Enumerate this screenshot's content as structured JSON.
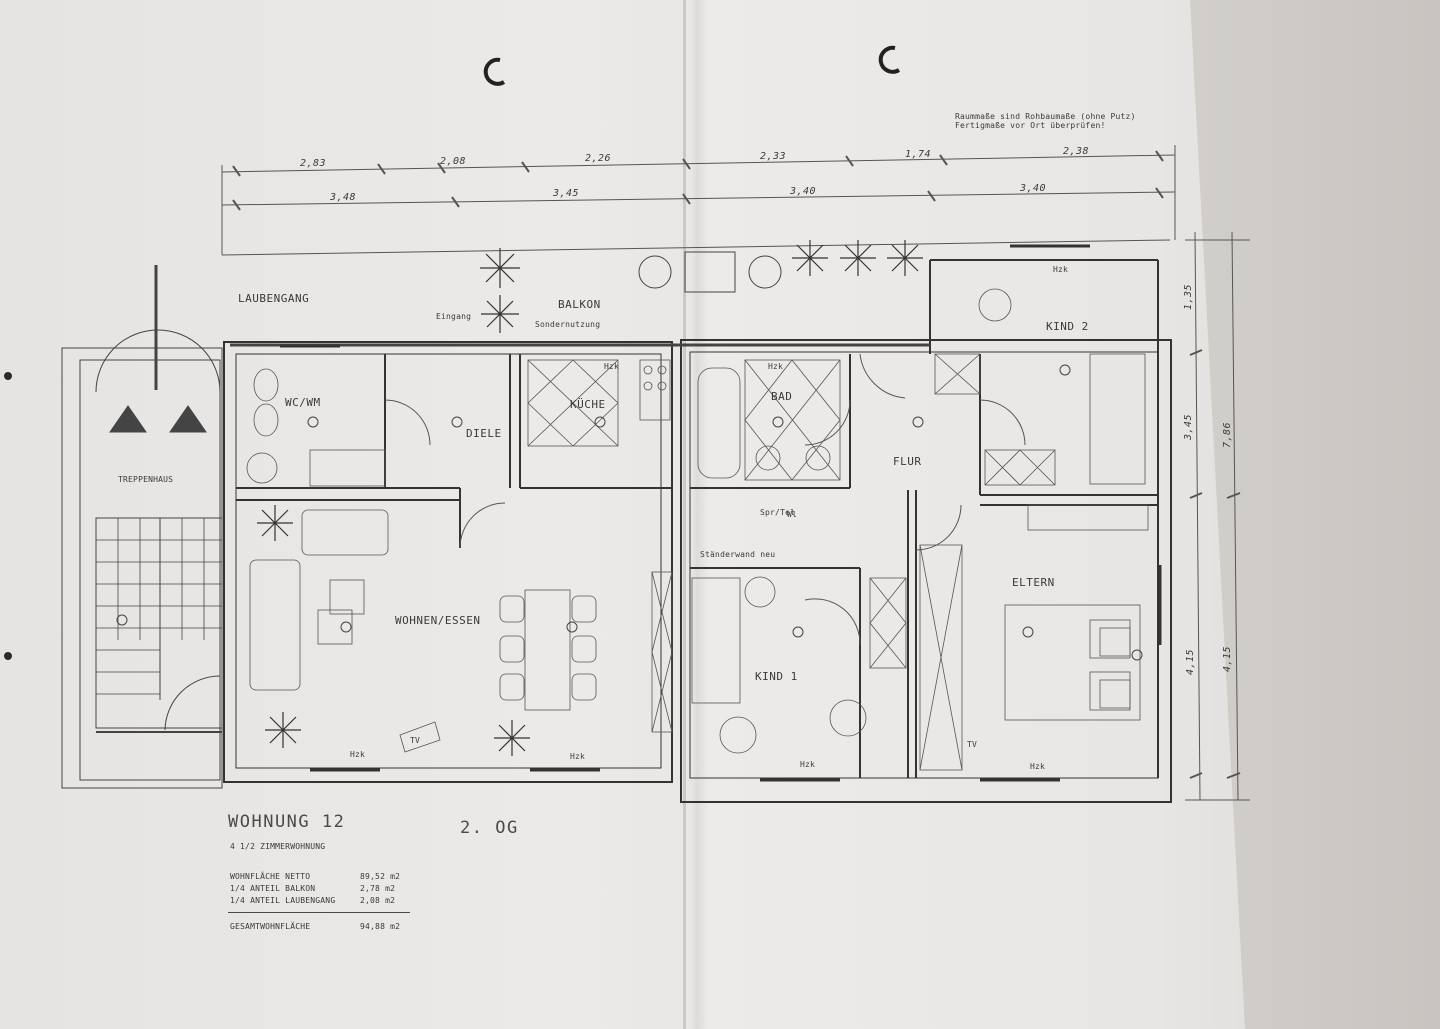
{
  "note": {
    "line1": "Raummaße sind Rohbaumaße (ohne Putz)",
    "line2": "Fertigmaße vor Ort überprüfen!"
  },
  "dimensions_top": {
    "row1": [
      "2,83",
      "2,08",
      "2,26",
      "2,33",
      "1,74",
      "2,38"
    ],
    "row2": [
      "3,48",
      "3,45",
      "3,40",
      "3,40"
    ]
  },
  "dimensions_right": {
    "inner": [
      "1,35",
      "3,45",
      "4,15"
    ],
    "outer": [
      "7,86",
      "4,15"
    ]
  },
  "rooms": {
    "laubengang": "LAUBENGANG",
    "balkon": "BALKON",
    "sondernutzung": "Sondernutzung",
    "eingang": "Eingang",
    "treppenhaus": "TREPPENHAUS",
    "wc_wm": "WC/WM",
    "diele": "DIELE",
    "kueche": "KÜCHE",
    "bad": "BAD",
    "flur": "FLUR",
    "kind2": "KIND 2",
    "kind1": "KIND 1",
    "wohnen_essen": "WOHNEN/ESSEN",
    "eltern": "ELTERN"
  },
  "annotations": {
    "hzk": "Hzk",
    "tv": "TV",
    "sprtel": "Spr/Tel",
    "wl": "Wl",
    "staenderwand": "Ständerwand neu"
  },
  "summary": {
    "title": "WOHNUNG 12",
    "floor": "2. OG",
    "subtitle": "4 1/2 ZIMMERWOHNUNG",
    "rows": [
      {
        "label": "WOHNFLÄCHE NETTO",
        "value": "89,52 m2"
      },
      {
        "label": "1/4 ANTEIL BALKON",
        "value": "2,78 m2"
      },
      {
        "label": "1/4 ANTEIL LAUBENGANG",
        "value": "2,08 m2"
      }
    ],
    "total_label": "GESAMTWOHNFLÄCHE",
    "total_value": "94,88 m2"
  },
  "colors": {
    "paper": "#ebe9e7",
    "ink": "#3a3a3a",
    "table": "#f7f6f5"
  }
}
